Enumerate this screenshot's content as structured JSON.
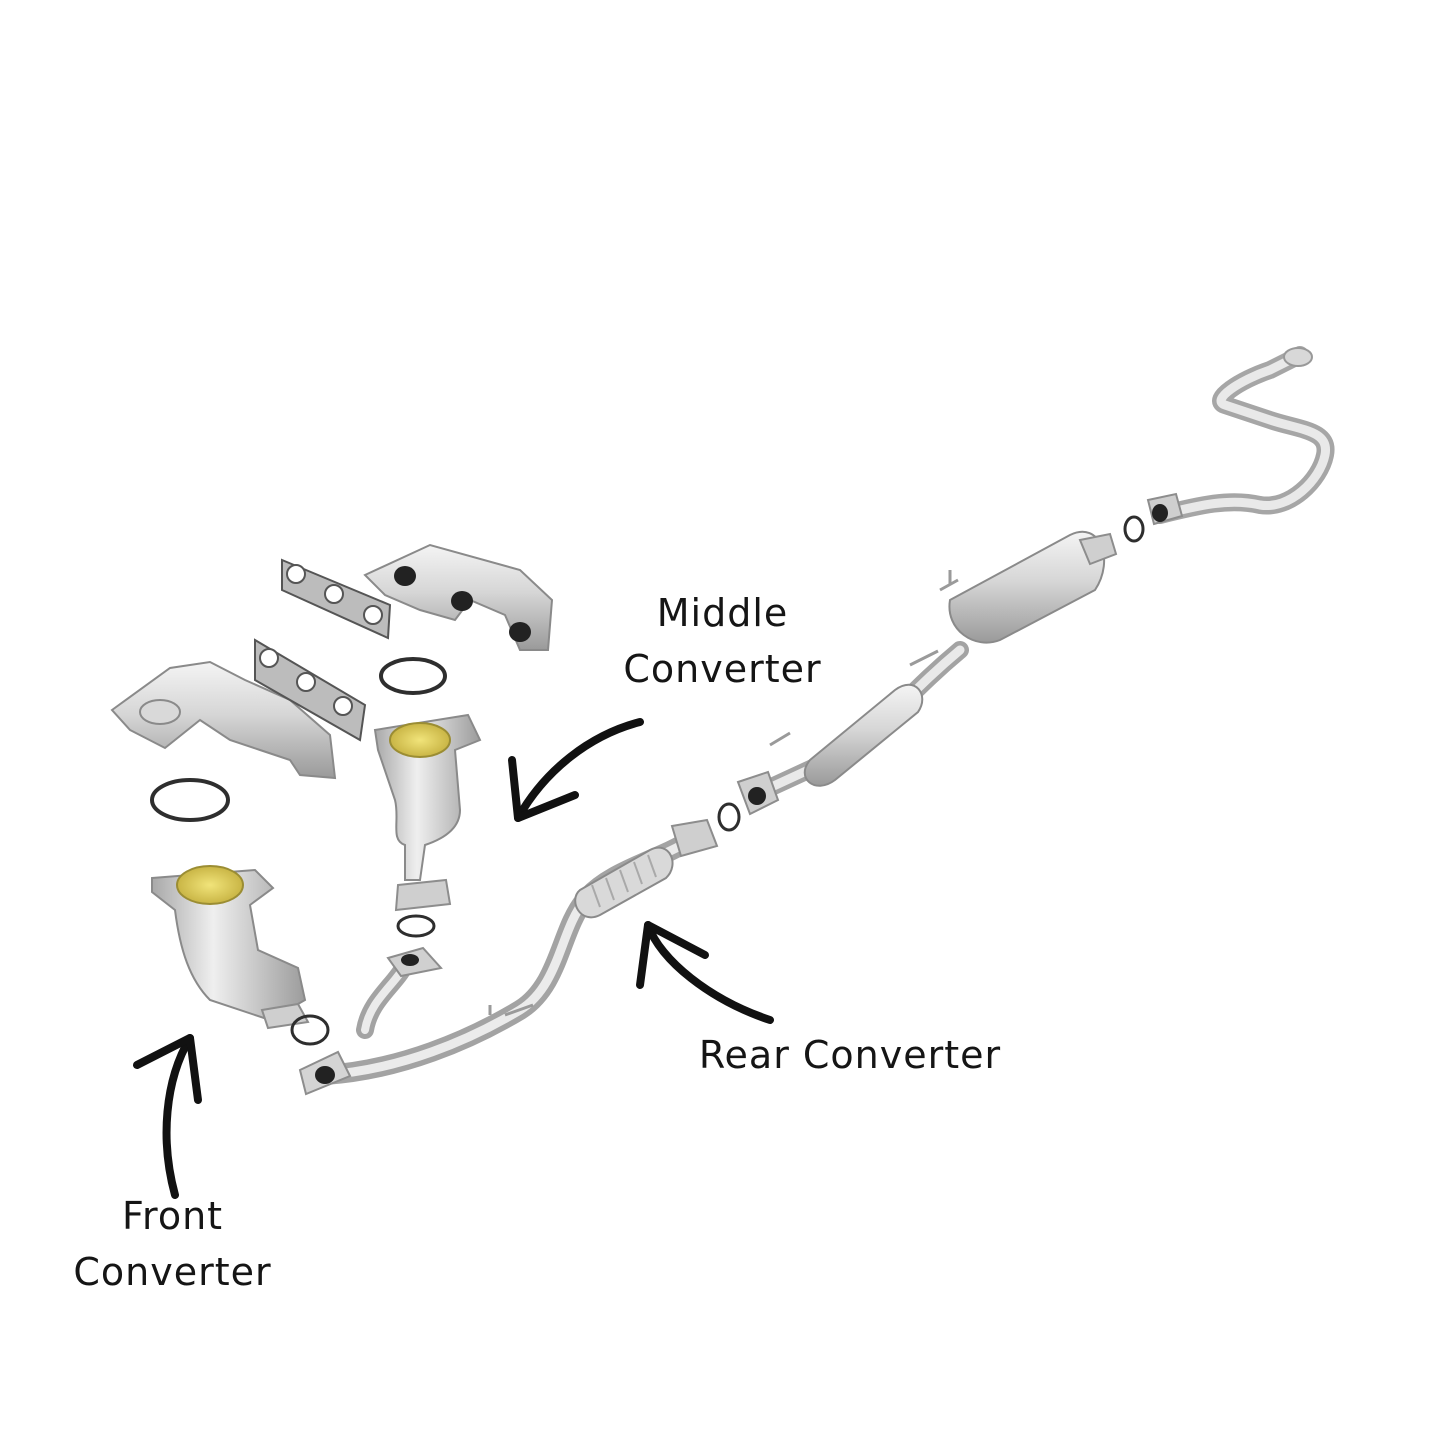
{
  "labels": {
    "middle": {
      "line1": "Middle",
      "line2": "Converter"
    },
    "rear": {
      "text": "Rear Converter"
    },
    "front": {
      "line1": "Front",
      "line2": "Converter"
    }
  },
  "colors": {
    "metal_light": "#e8e8e8",
    "metal_mid": "#c4c4c4",
    "metal_dark": "#8e8e8e",
    "catalyst_yellow": "#dccc57",
    "gasket": "#2e2e2e",
    "arrow": "#111111",
    "text": "#151515"
  }
}
